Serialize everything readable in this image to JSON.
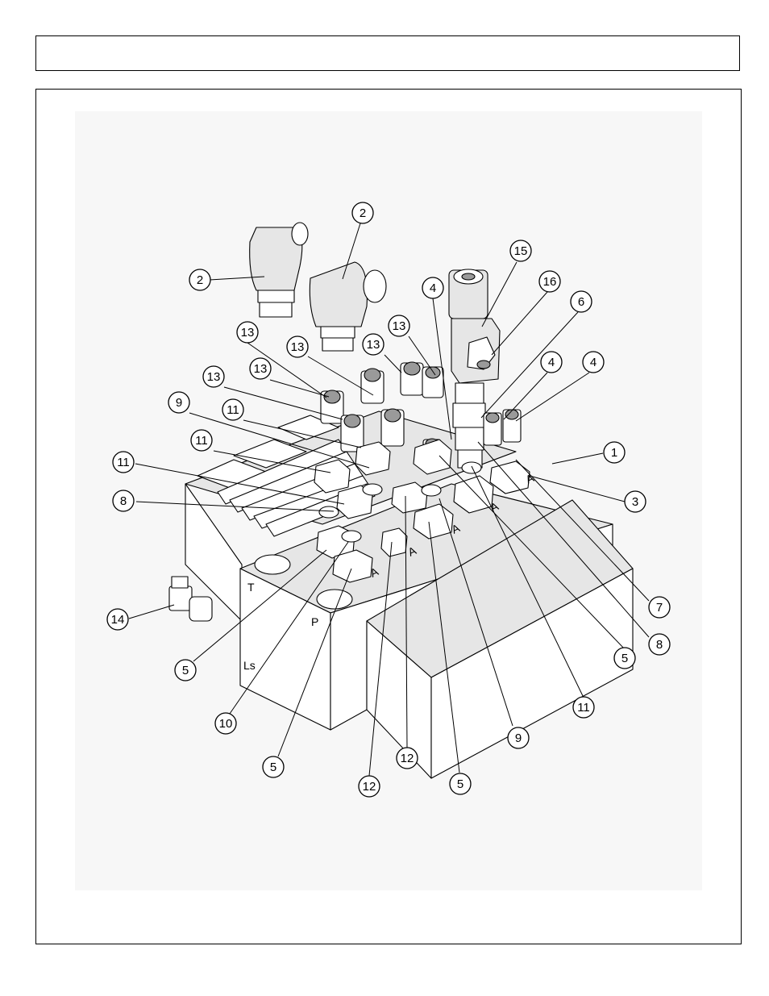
{
  "header": {
    "title": ""
  },
  "diagram": {
    "port_labels": {
      "t": "T",
      "p": "P",
      "ls": "Ls",
      "a": "A"
    },
    "callouts": [
      {
        "id": "c-2a",
        "label": "2"
      },
      {
        "id": "c-2b",
        "label": "2"
      },
      {
        "id": "c-15",
        "label": "15"
      },
      {
        "id": "c-16",
        "label": "16"
      },
      {
        "id": "c-6",
        "label": "6"
      },
      {
        "id": "c-4a",
        "label": "4"
      },
      {
        "id": "c-4b",
        "label": "4"
      },
      {
        "id": "c-4c",
        "label": "4"
      },
      {
        "id": "c-13a",
        "label": "13"
      },
      {
        "id": "c-13b",
        "label": "13"
      },
      {
        "id": "c-13c",
        "label": "13"
      },
      {
        "id": "c-13d",
        "label": "13"
      },
      {
        "id": "c-13e",
        "label": "13"
      },
      {
        "id": "c-13f",
        "label": "13"
      },
      {
        "id": "c-9a",
        "label": "9"
      },
      {
        "id": "c-11a",
        "label": "11"
      },
      {
        "id": "c-11b",
        "label": "11"
      },
      {
        "id": "c-11c",
        "label": "11"
      },
      {
        "id": "c-1",
        "label": "1"
      },
      {
        "id": "c-3",
        "label": "3"
      },
      {
        "id": "c-8a",
        "label": "8"
      },
      {
        "id": "c-7",
        "label": "7"
      },
      {
        "id": "c-8b",
        "label": "8"
      },
      {
        "id": "c-5a",
        "label": "5"
      },
      {
        "id": "c-14",
        "label": "14"
      },
      {
        "id": "c-5b",
        "label": "5"
      },
      {
        "id": "c-10",
        "label": "10"
      },
      {
        "id": "c-11d",
        "label": "11"
      },
      {
        "id": "c-9b",
        "label": "9"
      },
      {
        "id": "c-5c",
        "label": "5"
      },
      {
        "id": "c-12a",
        "label": "12"
      },
      {
        "id": "c-12b",
        "label": "12"
      },
      {
        "id": "c-5d",
        "label": "5"
      }
    ]
  }
}
